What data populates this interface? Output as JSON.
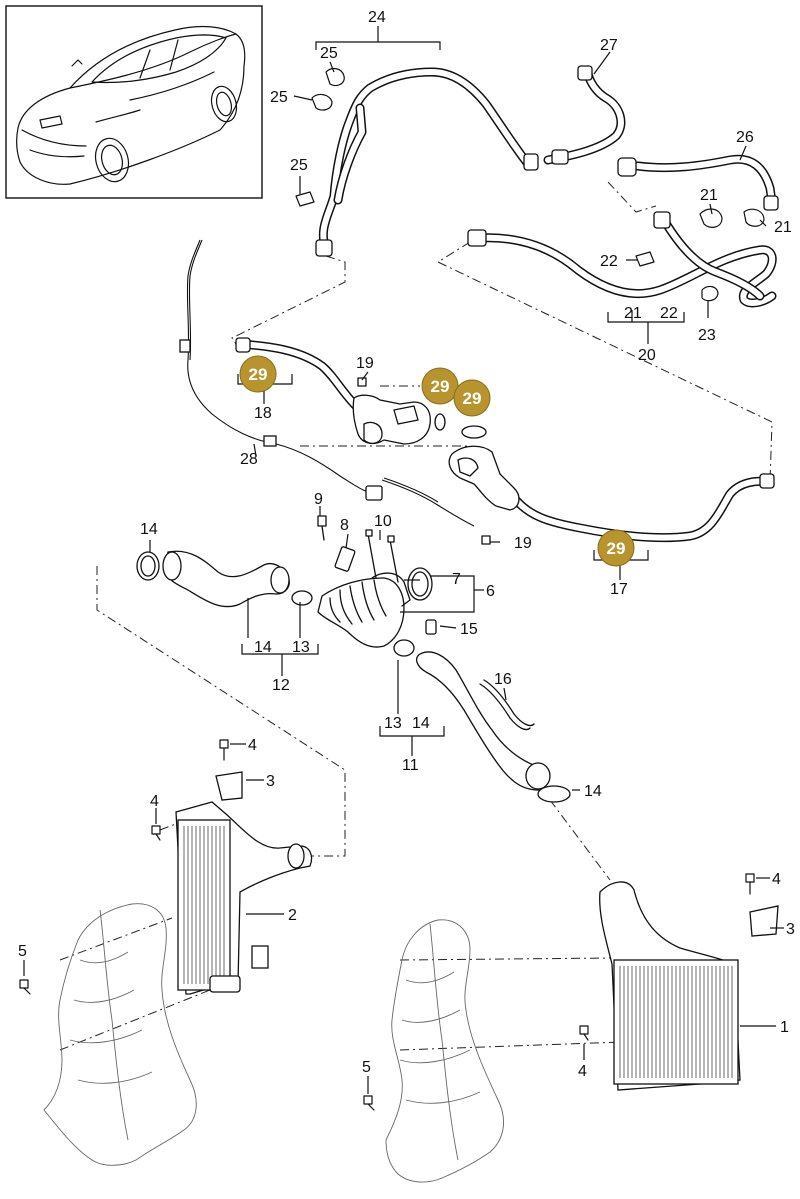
{
  "labels": {
    "p1": "1",
    "p2": "2",
    "p3a": "3",
    "p3b": "3",
    "p4a": "4",
    "p4b": "4",
    "p4c": "4",
    "p4d": "4",
    "p5a": "5",
    "p5b": "5",
    "p6": "6",
    "p7": "7",
    "p8": "8",
    "p9": "9",
    "p10": "10",
    "p11": "11",
    "p12": "12",
    "p13a": "13",
    "p13b": "13",
    "p14a": "14",
    "p14b": "14",
    "p14c": "14",
    "p14d": "14",
    "p15": "15",
    "p16": "16",
    "p17": "17",
    "p18": "18",
    "p19a": "19",
    "p19b": "19",
    "p20": "20",
    "p21a": "21",
    "p21b": "21",
    "p21c": "21",
    "p22a": "22",
    "p22b": "22",
    "p23": "23",
    "p24": "24",
    "p25a": "25",
    "p25b": "25",
    "p25c": "25",
    "p26": "26",
    "p27": "27",
    "p28": "28"
  },
  "badges": {
    "b1": "29",
    "b2": "29",
    "b3": "29",
    "b4": "29"
  }
}
